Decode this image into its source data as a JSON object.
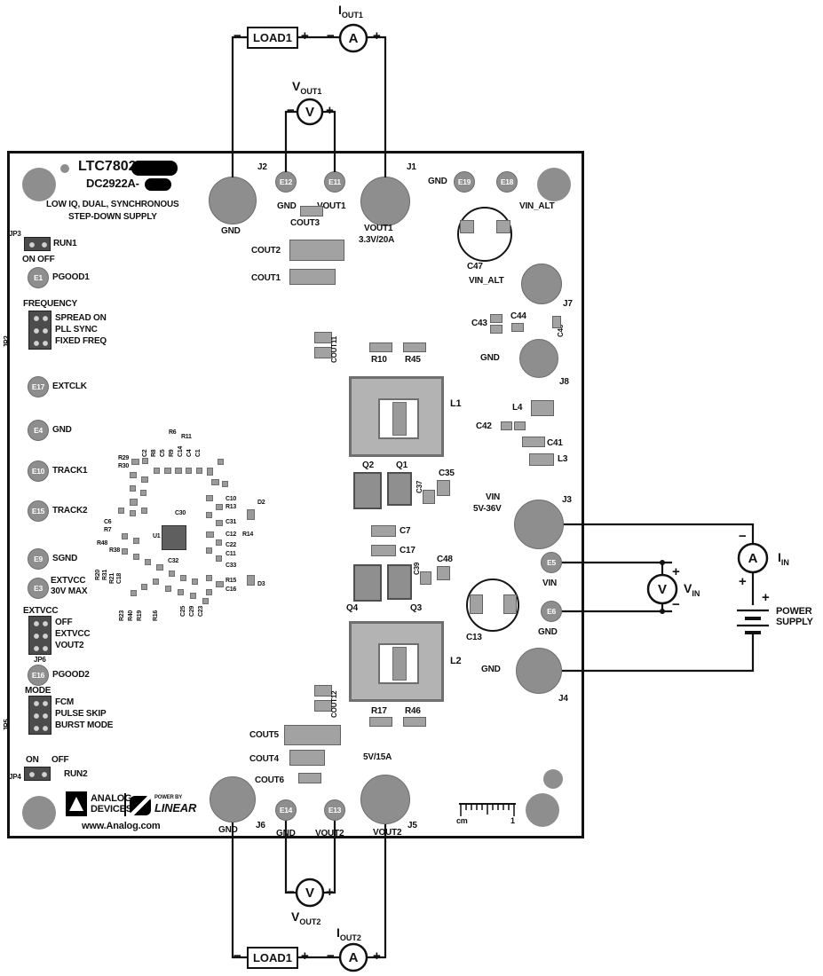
{
  "board": {
    "part_number": "LTC7802",
    "demo_number": "DC2922A-",
    "desc_line1": "LOW IQ, DUAL, SYNCHRONOUS",
    "desc_line2": "STEP-DOWN SUPPLY",
    "brand_line1": "ANALOG",
    "brand_line2": "DEVICES",
    "power_by": "POWER BY",
    "linear": "LINEAR",
    "website": "www.Analog.com",
    "ruler_unit": "cm",
    "ruler_mark": "1"
  },
  "jumpers": {
    "jp3": {
      "name": "JP3",
      "signal": "RUN1",
      "states": "ON OFF"
    },
    "jp2": {
      "name": "JP2",
      "header": "FREQUENCY",
      "opt1": "SPREAD ON",
      "opt2": "PLL SYNC",
      "opt3": "FIXED FREQ"
    },
    "jp6": {
      "name": "JP6",
      "header": "EXTVCC",
      "opt1": "OFF",
      "opt2": "EXTVCC",
      "opt3": "VOUT2"
    },
    "jp5": {
      "name": "JP5",
      "header": "MODE",
      "opt1": "FCM",
      "opt2": "PULSE SKIP",
      "opt3": "BURST MODE"
    },
    "jp4": {
      "name": "JP4",
      "on": "ON",
      "off": "OFF",
      "signal": "RUN2"
    }
  },
  "tp": {
    "e1": {
      "id": "E1",
      "label": "PGOOD1"
    },
    "e17": {
      "id": "E17",
      "label": "EXTCLK"
    },
    "e4": {
      "id": "E4",
      "label": "GND"
    },
    "e10": {
      "id": "E10",
      "label": "TRACK1"
    },
    "e15": {
      "id": "E15",
      "label": "TRACK2"
    },
    "e9": {
      "id": "E9",
      "label": "SGND"
    },
    "e3": {
      "id": "E3",
      "label1": "EXTVCC",
      "label2": "30V MAX"
    },
    "e16": {
      "id": "E16",
      "label": "PGOOD2"
    },
    "e12": {
      "id": "E12",
      "label": "GND"
    },
    "e11": {
      "id": "E11",
      "label": "VOUT1"
    },
    "e19": {
      "id": "E19",
      "label": "GND"
    },
    "e18": {
      "id": "E18",
      "label": "VIN_ALT"
    },
    "e5": {
      "id": "E5",
      "label": "VIN"
    },
    "e6": {
      "id": "E6",
      "label": "GND"
    },
    "e14": {
      "id": "E14",
      "label": "GND"
    },
    "e13": {
      "id": "E13",
      "label": "VOUT2"
    }
  },
  "pads": {
    "j2": {
      "id": "J2",
      "label": "GND"
    },
    "j1": {
      "id": "J1",
      "label1": "VOUT1",
      "label2": "3.3V/20A"
    },
    "j7": {
      "id": "J7",
      "label": "VIN_ALT"
    },
    "j8": {
      "id": "J8",
      "label": "GND"
    },
    "j3": {
      "id": "J3",
      "label1": "VIN",
      "label2": "5V-36V"
    },
    "j4": {
      "id": "J4",
      "label": "GND"
    },
    "j6": {
      "id": "J6",
      "label": "GND"
    },
    "j5": {
      "id": "J5",
      "label1": "5V/15A",
      "label2": "VOUT2"
    }
  },
  "refdes": {
    "c47": "C47",
    "c43": "C43",
    "c44": "C44",
    "c46": "C46",
    "l4": "L4",
    "c42": "C42",
    "c41": "C41",
    "l3": "L3",
    "c13": "C13",
    "l1": "L1",
    "l2": "L2",
    "q1": "Q1",
    "q2": "Q2",
    "q3": "Q3",
    "q4": "Q4",
    "c37": "C37",
    "c35": "C35",
    "c7": "C7",
    "c17": "C17",
    "c39": "C39",
    "c48": "C48",
    "r10": "R10",
    "r45": "R45",
    "r17": "R17",
    "r46": "R46",
    "cout1": "COUT1",
    "cout2": "COUT2",
    "cout3": "COUT3",
    "cout4": "COUT4",
    "cout5": "COUT5",
    "cout6": "COUT6",
    "cout11": "COUT11",
    "cout12": "COUT12"
  },
  "cluster": {
    "r29": "R29",
    "r30": "R30",
    "r6": "R6",
    "r11": "R11",
    "c2": "C2",
    "r8": "R8",
    "c5": "C5",
    "r9": "R9",
    "c14": "C14",
    "c4": "C4",
    "c1": "C1",
    "c10": "C10",
    "r13": "R13",
    "d2": "D2",
    "c30": "C30",
    "c31": "C31",
    "u1": "U1",
    "c6": "C6",
    "r7": "R7",
    "c12": "C12",
    "r14": "R14",
    "c22": "C22",
    "c11": "C11",
    "r48": "R48",
    "r38": "R38",
    "c32": "C32",
    "c33": "C33",
    "r20": "R20",
    "r31": "R31",
    "r21": "R21",
    "c18": "C18",
    "r15": "R15",
    "c16": "C16",
    "d3": "D3",
    "c25": "C25",
    "c29": "C29",
    "c23": "C23",
    "r23": "R23",
    "r40": "R40",
    "r19": "R19",
    "r16": "R16"
  },
  "external": {
    "load1_top": "LOAD1",
    "load1_bottom": "LOAD1",
    "iout1": {
      "sym": "I",
      "sub": "OUT1"
    },
    "vout1": {
      "sym": "V",
      "sub": "OUT1"
    },
    "iin": {
      "sym": "I",
      "sub": "IN"
    },
    "vin": {
      "sym": "V",
      "sub": "IN"
    },
    "vout2": {
      "sym": "V",
      "sub": "OUT2"
    },
    "iout2": {
      "sym": "I",
      "sub": "OUT2"
    },
    "power_supply1": "POWER",
    "power_supply2": "SUPPLY"
  },
  "meters": {
    "ammeter": "A",
    "voltmeter": "V"
  },
  "signs": {
    "plus": "+",
    "minus": "−"
  }
}
